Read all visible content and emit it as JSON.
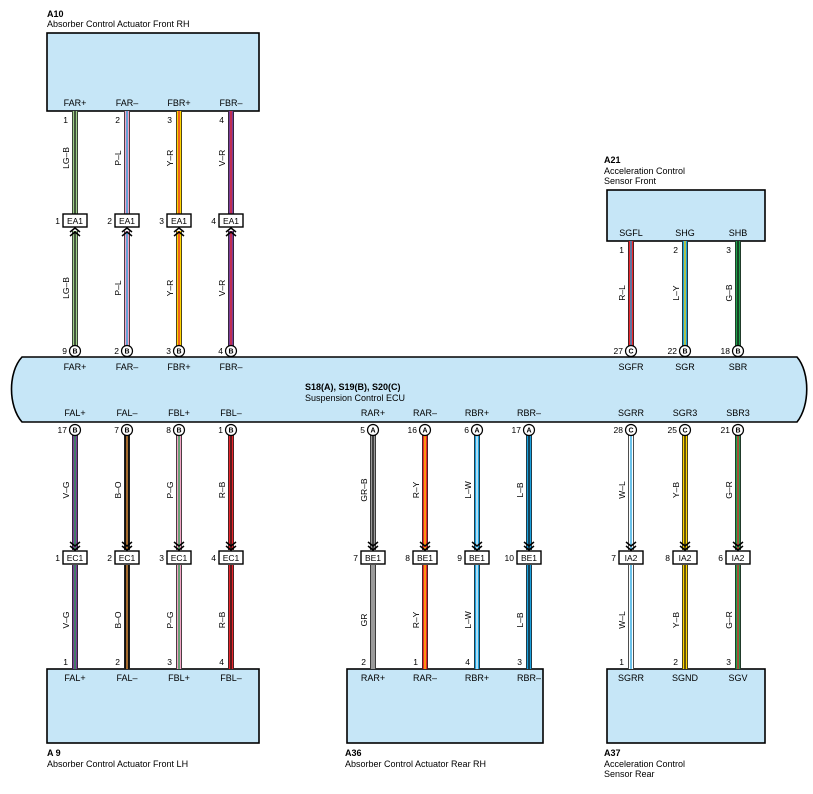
{
  "ecu": {
    "code": "S18(A), S19(B), S20(C)",
    "name": "Suspension Control ECU",
    "top_pins": [
      {
        "name": "FAR+",
        "num": "9",
        "conn": "B"
      },
      {
        "name": "FAR–",
        "num": "2",
        "conn": "B"
      },
      {
        "name": "FBR+",
        "num": "3",
        "conn": "B"
      },
      {
        "name": "FBR–",
        "num": "4",
        "conn": "B"
      },
      {
        "name": "SGFR",
        "num": "27",
        "conn": "C"
      },
      {
        "name": "SGR",
        "num": "22",
        "conn": "B"
      },
      {
        "name": "SBR",
        "num": "18",
        "conn": "B"
      }
    ],
    "bottom_pins": [
      {
        "name": "FAL+",
        "num": "17",
        "conn": "B"
      },
      {
        "name": "FAL–",
        "num": "7",
        "conn": "B"
      },
      {
        "name": "FBL+",
        "num": "8",
        "conn": "B"
      },
      {
        "name": "FBL–",
        "num": "1",
        "conn": "B"
      },
      {
        "name": "RAR+",
        "num": "5",
        "conn": "A"
      },
      {
        "name": "RAR–",
        "num": "16",
        "conn": "A"
      },
      {
        "name": "RBR+",
        "num": "6",
        "conn": "A"
      },
      {
        "name": "RBR–",
        "num": "17",
        "conn": "A"
      },
      {
        "name": "SGRR",
        "num": "28",
        "conn": "C"
      },
      {
        "name": "SGR3",
        "num": "25",
        "conn": "C"
      },
      {
        "name": "SBR3",
        "num": "21",
        "conn": "B"
      }
    ]
  },
  "components": [
    {
      "code": "A10",
      "name": [
        "Absorber Control Actuator Front RH"
      ],
      "pins": [
        {
          "name": "FAR+",
          "num": "1"
        },
        {
          "name": "FAR–",
          "num": "2"
        },
        {
          "name": "FBR+",
          "num": "3"
        },
        {
          "name": "FBR–",
          "num": "4"
        }
      ]
    },
    {
      "code": "A21",
      "name": [
        "Acceleration Control",
        "Sensor Front"
      ],
      "pins": [
        {
          "name": "SGFL",
          "num": "1"
        },
        {
          "name": "SHG",
          "num": "2"
        },
        {
          "name": "SHB",
          "num": "3"
        }
      ]
    },
    {
      "code": "A 9",
      "name": [
        "Absorber Control Actuator Front LH"
      ],
      "pins": [
        {
          "name": "FAL+",
          "num": "1"
        },
        {
          "name": "FAL–",
          "num": "2"
        },
        {
          "name": "FBL+",
          "num": "3"
        },
        {
          "name": "FBL–",
          "num": "4"
        }
      ]
    },
    {
      "code": "A36",
      "name": [
        "Absorber Control Actuator Rear RH"
      ],
      "pins": [
        {
          "name": "RAR+",
          "num": "2"
        },
        {
          "name": "RAR–",
          "num": "1"
        },
        {
          "name": "RBR+",
          "num": "4"
        },
        {
          "name": "RBR–",
          "num": "3"
        }
      ]
    },
    {
      "code": "A37",
      "name": [
        "Acceleration Control",
        "Sensor Rear"
      ],
      "pins": [
        {
          "name": "SGRR",
          "num": "1"
        },
        {
          "name": "SGND",
          "num": "2"
        },
        {
          "name": "SGV",
          "num": "3"
        }
      ]
    }
  ],
  "junctions": [
    {
      "code": "EA1",
      "pins": [
        "1",
        "2",
        "3",
        "4"
      ]
    },
    {
      "code": "EC1",
      "pins": [
        "1",
        "2",
        "3",
        "4"
      ]
    },
    {
      "code": "BE1",
      "pins": [
        "7",
        "8",
        "9",
        "10"
      ]
    },
    {
      "code": "IA2",
      "pins": [
        "7",
        "8",
        "6"
      ]
    }
  ],
  "wires": {
    "front_rh_upper": [
      "LG–B",
      "P–L",
      "Y–R",
      "V–R"
    ],
    "front_rh_lower": [
      "LG–B",
      "P–L",
      "Y–R",
      "V–R"
    ],
    "sensor_front": [
      "R–L",
      "L–Y",
      "G–B"
    ],
    "front_lh_upper": [
      "V–G",
      "B–O",
      "P–G",
      "R–B"
    ],
    "front_lh_lower": [
      "V–G",
      "B–O",
      "P–G",
      "R–B"
    ],
    "rear_rh_upper": [
      "GR–B",
      "R–Y",
      "L–W",
      "L–B"
    ],
    "rear_rh_lower": [
      "GR",
      "R–Y",
      "L–W",
      "L–B"
    ],
    "sensor_rear_upper": [
      "W–L",
      "Y–B",
      "G–R"
    ],
    "sensor_rear_lower": [
      "W–L",
      "Y–B",
      "G–R"
    ]
  },
  "wire_colors": {
    "LG": "#9fcf8a",
    "B": "#111111",
    "P": "#f2a4c6",
    "L": "#1aa0de",
    "Y": "#ffd400",
    "R": "#e8262d",
    "V": "#7d3c98",
    "G": "#1f9e4a",
    "O": "#f39c3d",
    "GR": "#9a9a9a",
    "W": "#ffffff"
  }
}
